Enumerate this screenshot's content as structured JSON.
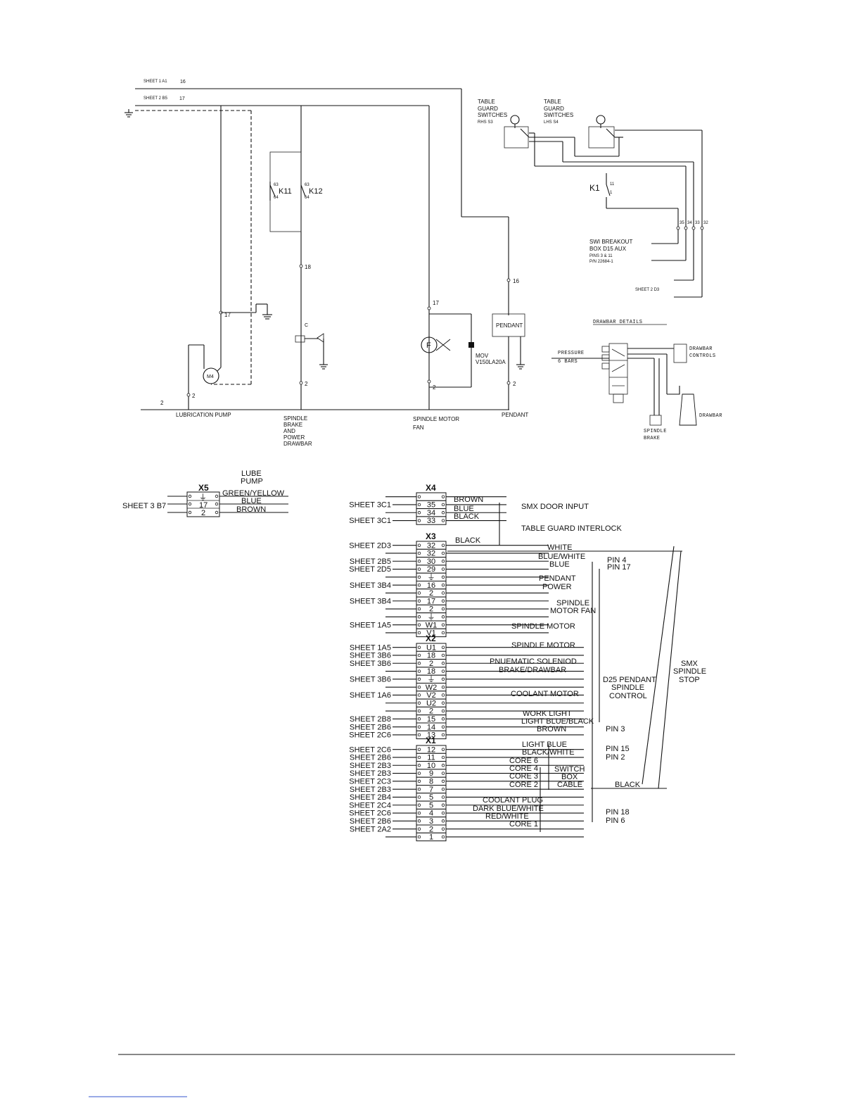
{
  "schematic": {
    "refs": {
      "sheet1a1": "SHEET 1 A1",
      "sheet2b5": "SHEET 2 B5",
      "sheet2d3": "SHEET 2 D3"
    },
    "wires": {
      "w16": "16",
      "w17": "17",
      "w18": "18",
      "w2": "2",
      "wc": "C",
      "w16b": "16",
      "w17b": "17",
      "w17c": "17"
    },
    "switches": {
      "rhs": [
        "TABLE",
        "GUARD",
        "SWITCHES",
        "RHS S3"
      ],
      "lhs": [
        "TABLE",
        "GUARD",
        "SWITCHES",
        "LHS S4"
      ]
    },
    "relays": {
      "k11": "K11",
      "k12": "K12",
      "k1": "K1",
      "k11_top": "63",
      "k11_bot": "64",
      "k12_top": "63",
      "k12_bot": "64",
      "k1_top": "11",
      "k1_bot": "1"
    },
    "breakout": {
      "pins": [
        "35",
        "34",
        "33",
        "32"
      ],
      "title": [
        "SWI BREAKOUT",
        "BOX D15 AUX"
      ],
      "sub": [
        "PINS 3 & 11",
        "P/N 22684-1"
      ]
    },
    "motor_label": "M4",
    "fan_label": "F",
    "mov": [
      "MOV",
      "V150LA20A"
    ],
    "pendant_box": "PENDANT",
    "bottom_labels": {
      "lube": "LUBRICATION PUMP",
      "brake": [
        "SPINDLE",
        "BRAKE",
        "AND",
        "POWER",
        "DRAWBAR"
      ],
      "fan": [
        "SPINDLE MOTOR",
        "FAN"
      ],
      "pendant": "PENDANT"
    },
    "drawbar": {
      "title": "DRAWBAR DETAILS",
      "pressure": [
        "PRESSURE",
        "6 BARS"
      ],
      "controls": [
        "DRAWBAR",
        "CONTROLS"
      ],
      "brake": [
        "SPINDLE",
        "BRAKE"
      ],
      "drawbar": "DRAWBAR"
    }
  },
  "terminals": {
    "x5": {
      "title": "X5",
      "header": [
        "LUBE",
        "PUMP"
      ],
      "rows": [
        "⏚",
        "17",
        "2"
      ],
      "wires": [
        "GREEN/YELLOW",
        "BLUE",
        "BROWN"
      ],
      "left_ref": "SHEET 3 B7"
    },
    "blocks": {
      "x4": "X4",
      "x3": "X3",
      "x2": "X2",
      "x1": "X1"
    },
    "rows": [
      {
        "n": "",
        "left": ""
      },
      {
        "n": "35",
        "left": "SHEET 3C1"
      },
      {
        "n": "34",
        "left": ""
      },
      {
        "n": "33",
        "left": "SHEET 3C1"
      },
      {
        "n": "32",
        "left": "SHEET 2D3"
      },
      {
        "n": "32",
        "left": ""
      },
      {
        "n": "30",
        "left": "SHEET 2B5"
      },
      {
        "n": "29",
        "left": "SHEET 2D5"
      },
      {
        "n": "⏚",
        "left": ""
      },
      {
        "n": "16",
        "left": "SHEET 3B4"
      },
      {
        "n": "2",
        "left": ""
      },
      {
        "n": "17",
        "left": "SHEET 3B4"
      },
      {
        "n": "2",
        "left": ""
      },
      {
        "n": "⏚",
        "left": ""
      },
      {
        "n": "W1",
        "left": "SHEET 1A5"
      },
      {
        "n": "V1",
        "left": ""
      },
      {
        "n": "U1",
        "left": "SHEET 1A5"
      },
      {
        "n": "18",
        "left": "SHEET 3B6"
      },
      {
        "n": "2",
        "left": "SHEET 3B6"
      },
      {
        "n": "18",
        "left": ""
      },
      {
        "n": "⏚",
        "left": "SHEET 3B6"
      },
      {
        "n": "W2",
        "left": ""
      },
      {
        "n": "V2",
        "left": "SHEET 1A6"
      },
      {
        "n": "U2",
        "left": ""
      },
      {
        "n": "2",
        "left": ""
      },
      {
        "n": "15",
        "left": "SHEET 2B8"
      },
      {
        "n": "14",
        "left": "SHEET 2B6"
      },
      {
        "n": "13",
        "left": "SHEET 2C6"
      },
      {
        "n": "12",
        "left": "SHEET 2C6"
      },
      {
        "n": "11",
        "left": "SHEET 2B6"
      },
      {
        "n": "10",
        "left": "SHEET 2B3"
      },
      {
        "n": "9",
        "left": "SHEET 2B3"
      },
      {
        "n": "8",
        "left": "SHEET 2C3"
      },
      {
        "n": "7",
        "left": "SHEET 2B3"
      },
      {
        "n": "5",
        "left": "SHEET 2B4"
      },
      {
        "n": "5",
        "left": "SHEET 2C4"
      },
      {
        "n": "4",
        "left": "SHEET 2C6"
      },
      {
        "n": "3",
        "left": "SHEET 2B6"
      },
      {
        "n": "2",
        "left": "SHEET 2A2"
      },
      {
        "n": "1",
        "left": ""
      }
    ],
    "wire_colours": {
      "brown": "BROWN",
      "blue": "BLUE",
      "black": "BLACK",
      "black2": "BLACK",
      "white": "WHITE",
      "bluewhite": "BLUE/WHITE",
      "blue2": "BLUE",
      "lightblueblack": "LIGHT BLUE/BLACK",
      "brown2": "BROWN",
      "lightblue": "LIGHT BLUE",
      "blackwhite": "BLACK/WHITE",
      "darkbluewhite": "DARK BLUE/WHITE",
      "redwhite": "RED/WHITE",
      "black3": "BLACK"
    },
    "cores": [
      "CORE 6",
      "CORE 4",
      "CORE 3",
      "CORE 2",
      "CORE 1"
    ],
    "functions": {
      "smx_door": "SMX DOOR INPUT",
      "table_guard": "TABLE GUARD INTERLOCK",
      "pendant_power": [
        "PENDANT",
        "POWER"
      ],
      "spindle_fan": [
        "SPINDLE",
        "MOTOR FAN"
      ],
      "spindle_motor1": "SPINDLE MOTOR",
      "spindle_motor2": "SPINDLE MOTOR",
      "pneumatic": [
        "PNUEMATIC SOLENIOD",
        "BRAKE/DRAWBAR"
      ],
      "coolant_motor": "COOLANT MOTOR",
      "work_light": "WORK LIGHT",
      "switch_box": [
        "SWITCH",
        "BOX",
        "CABLE"
      ],
      "coolant_plug": "COOLANT PLUG",
      "d25": [
        "D25 PENDANT",
        "SPINDLE",
        "CONTROL"
      ],
      "smx_stop": [
        "SMX",
        "SPINDLE",
        "STOP"
      ]
    },
    "pins": {
      "p4": "PIN 4",
      "p17": "PIN 17",
      "p3": "PIN 3",
      "p15": "PIN 15",
      "p2": "PIN 2",
      "p18": "PIN 18",
      "p6": "PIN 6"
    }
  }
}
